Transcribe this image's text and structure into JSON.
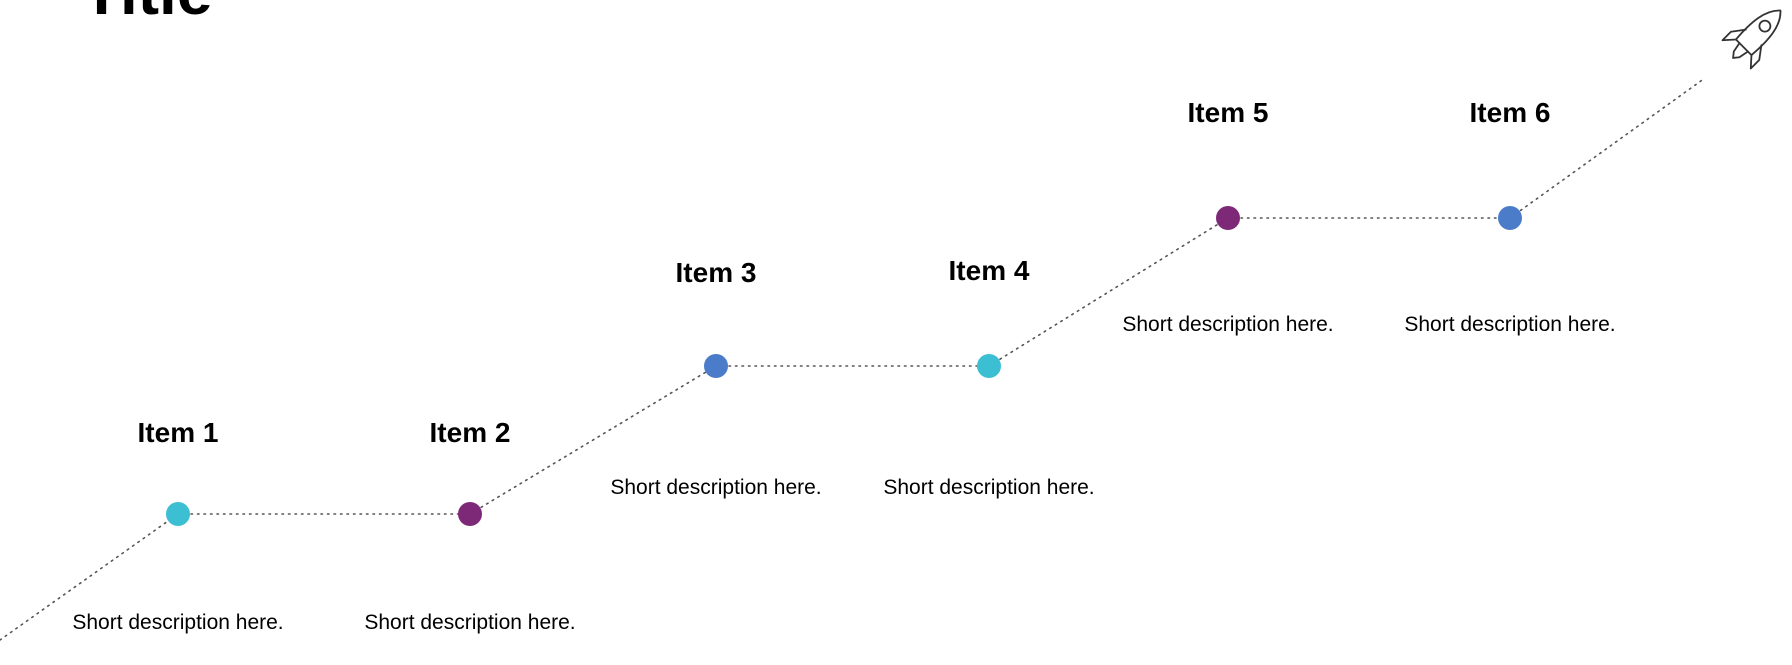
{
  "title": "Title",
  "items": [
    {
      "label": "Item 1",
      "description": "Short description here.",
      "color": "#3dbfd3"
    },
    {
      "label": "Item 2",
      "description": "Short description here.",
      "color": "#7e2878"
    },
    {
      "label": "Item 3",
      "description": "Short description here.",
      "color": "#4a7cc9"
    },
    {
      "label": "Item 4",
      "description": "Short description here.",
      "color": "#3dbfd3"
    },
    {
      "label": "Item 5",
      "description": "Short description here.",
      "color": "#7e2878"
    },
    {
      "label": "Item 6",
      "description": "Short description here.",
      "color": "#4a7cc9"
    }
  ],
  "connector_color": "#555555",
  "end_icon": "rocket-icon"
}
